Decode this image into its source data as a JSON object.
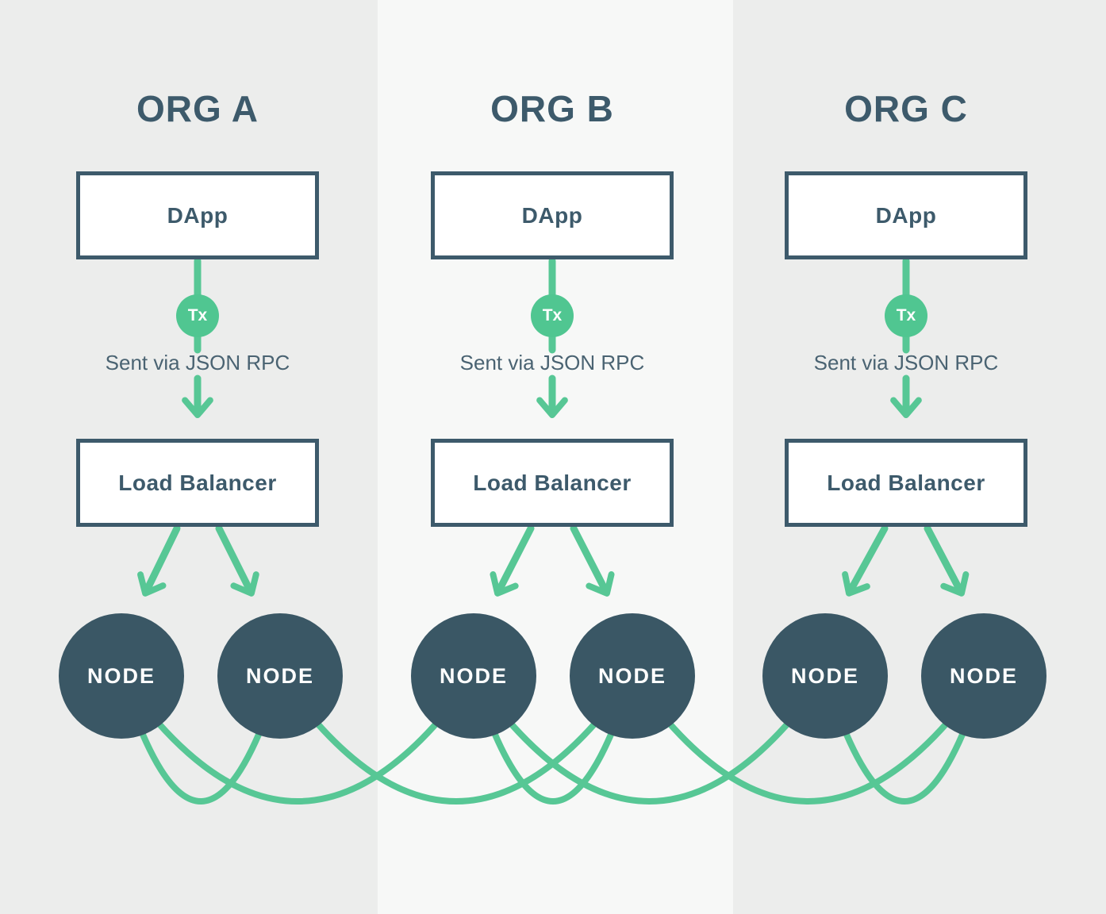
{
  "figure": {
    "columns": [
      {
        "title": "ORG A",
        "dapp_label": "DApp",
        "tx_label": "Tx",
        "rpc_label": "Sent via JSON RPC",
        "lb_label": "Load Balancer",
        "node_left_label": "NODE",
        "node_right_label": "NODE"
      },
      {
        "title": "ORG B",
        "dapp_label": "DApp",
        "tx_label": "Tx",
        "rpc_label": "Sent via JSON RPC",
        "lb_label": "Load Balancer",
        "node_left_label": "NODE",
        "node_right_label": "NODE"
      },
      {
        "title": "ORG C",
        "dapp_label": "DApp",
        "tx_label": "Tx",
        "rpc_label": "Sent via JSON RPC",
        "lb_label": "Load Balancer",
        "node_left_label": "NODE",
        "node_right_label": "NODE"
      }
    ],
    "network": {
      "node_ids": [
        "A1",
        "A2",
        "B1",
        "B2",
        "C1",
        "C2"
      ],
      "peer_links": [
        "A1-A2",
        "A1-B1",
        "A2-B2",
        "B1-B2",
        "B1-C1",
        "B2-C2",
        "C1-C2"
      ]
    },
    "colors": {
      "green": "#57c795",
      "tx_green": "#50c691",
      "slate": "#3d5a6b",
      "node_fill": "#3a5765",
      "side_column_bg": "#ecedec",
      "middle_column_bg": "#f7f8f7"
    }
  }
}
